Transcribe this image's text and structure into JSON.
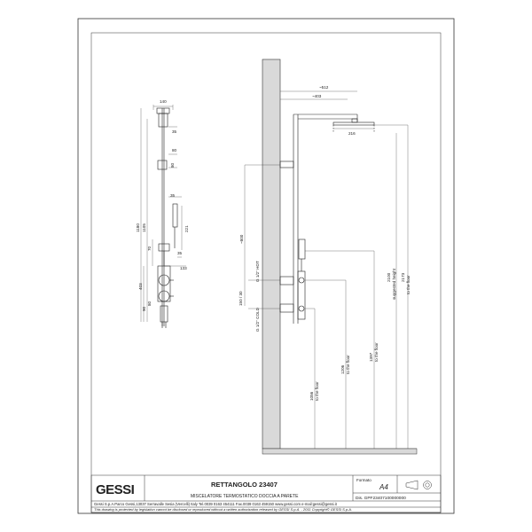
{
  "title_block": {
    "logo": "GESSI",
    "product_name": "RETTANGOLO 23407",
    "product_description": "MISCELATORE TERMOSTATICO DOCCIA A PARETE",
    "format_label": "Formato",
    "format_value": "A4",
    "code": "Dis. GPF23407100000000",
    "company_line": "Gessi S.p.A.Parco Gessi,13037 Serravalle Sesia (Vercelli) Italy Tel.0039 0163 454111 Fax.0039 0163 459150 www.gessi.com e-mail:gessi@gessi.it",
    "legal_line": "This drawing is protected by legislation cannot be disclosed or reproduced without a written authorization released by GESSI S.p.A. - 2011 Copyright© GESSI S.p.A."
  },
  "front_view_dims": {
    "width_140": "140",
    "d35_top": "35",
    "d80_a": "80",
    "d80_b": "80",
    "h1180": "1180",
    "h1105": "1105",
    "d35_mid": "35",
    "d221": "221",
    "d35_small": "35",
    "d133": "133",
    "d70": "70",
    "d403": "403",
    "d90": "90",
    "d80_c": "80"
  },
  "side_view_dims": {
    "d512": "~512",
    "d403": "~403",
    "d216": "216",
    "d800": "~800",
    "hot": "G 1/2\" HOT",
    "cold": "G 1/2\" COLD",
    "d150": "150 / 30",
    "d1056": "1056",
    "d1056_note": "to the floor",
    "d1206": "1206",
    "d1206_note": "to the floor",
    "d1397": "1397",
    "d1397_note": "to the floor",
    "d2100": "2100",
    "d2100_note": "suggested height",
    "d2173": "2173",
    "d2173_note": "to the floor"
  }
}
